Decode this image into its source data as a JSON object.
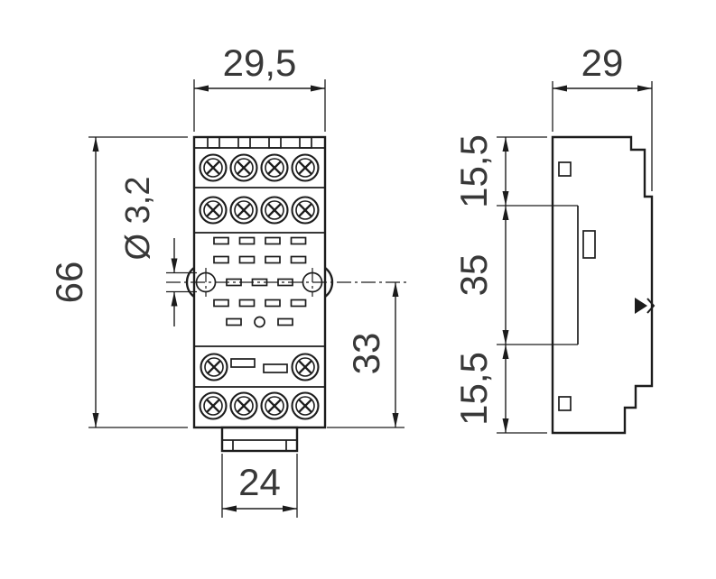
{
  "views": {
    "front": {
      "dimensions": {
        "top_width": "29,5",
        "overall_height": "66",
        "hole_diameter": "Ø 3,2",
        "lower_height": "33",
        "bottom_width": "24"
      }
    },
    "side": {
      "dimensions": {
        "top_width": "29",
        "upper_height": "15,5",
        "middle_height": "35",
        "lower_height": "15,5"
      }
    }
  }
}
